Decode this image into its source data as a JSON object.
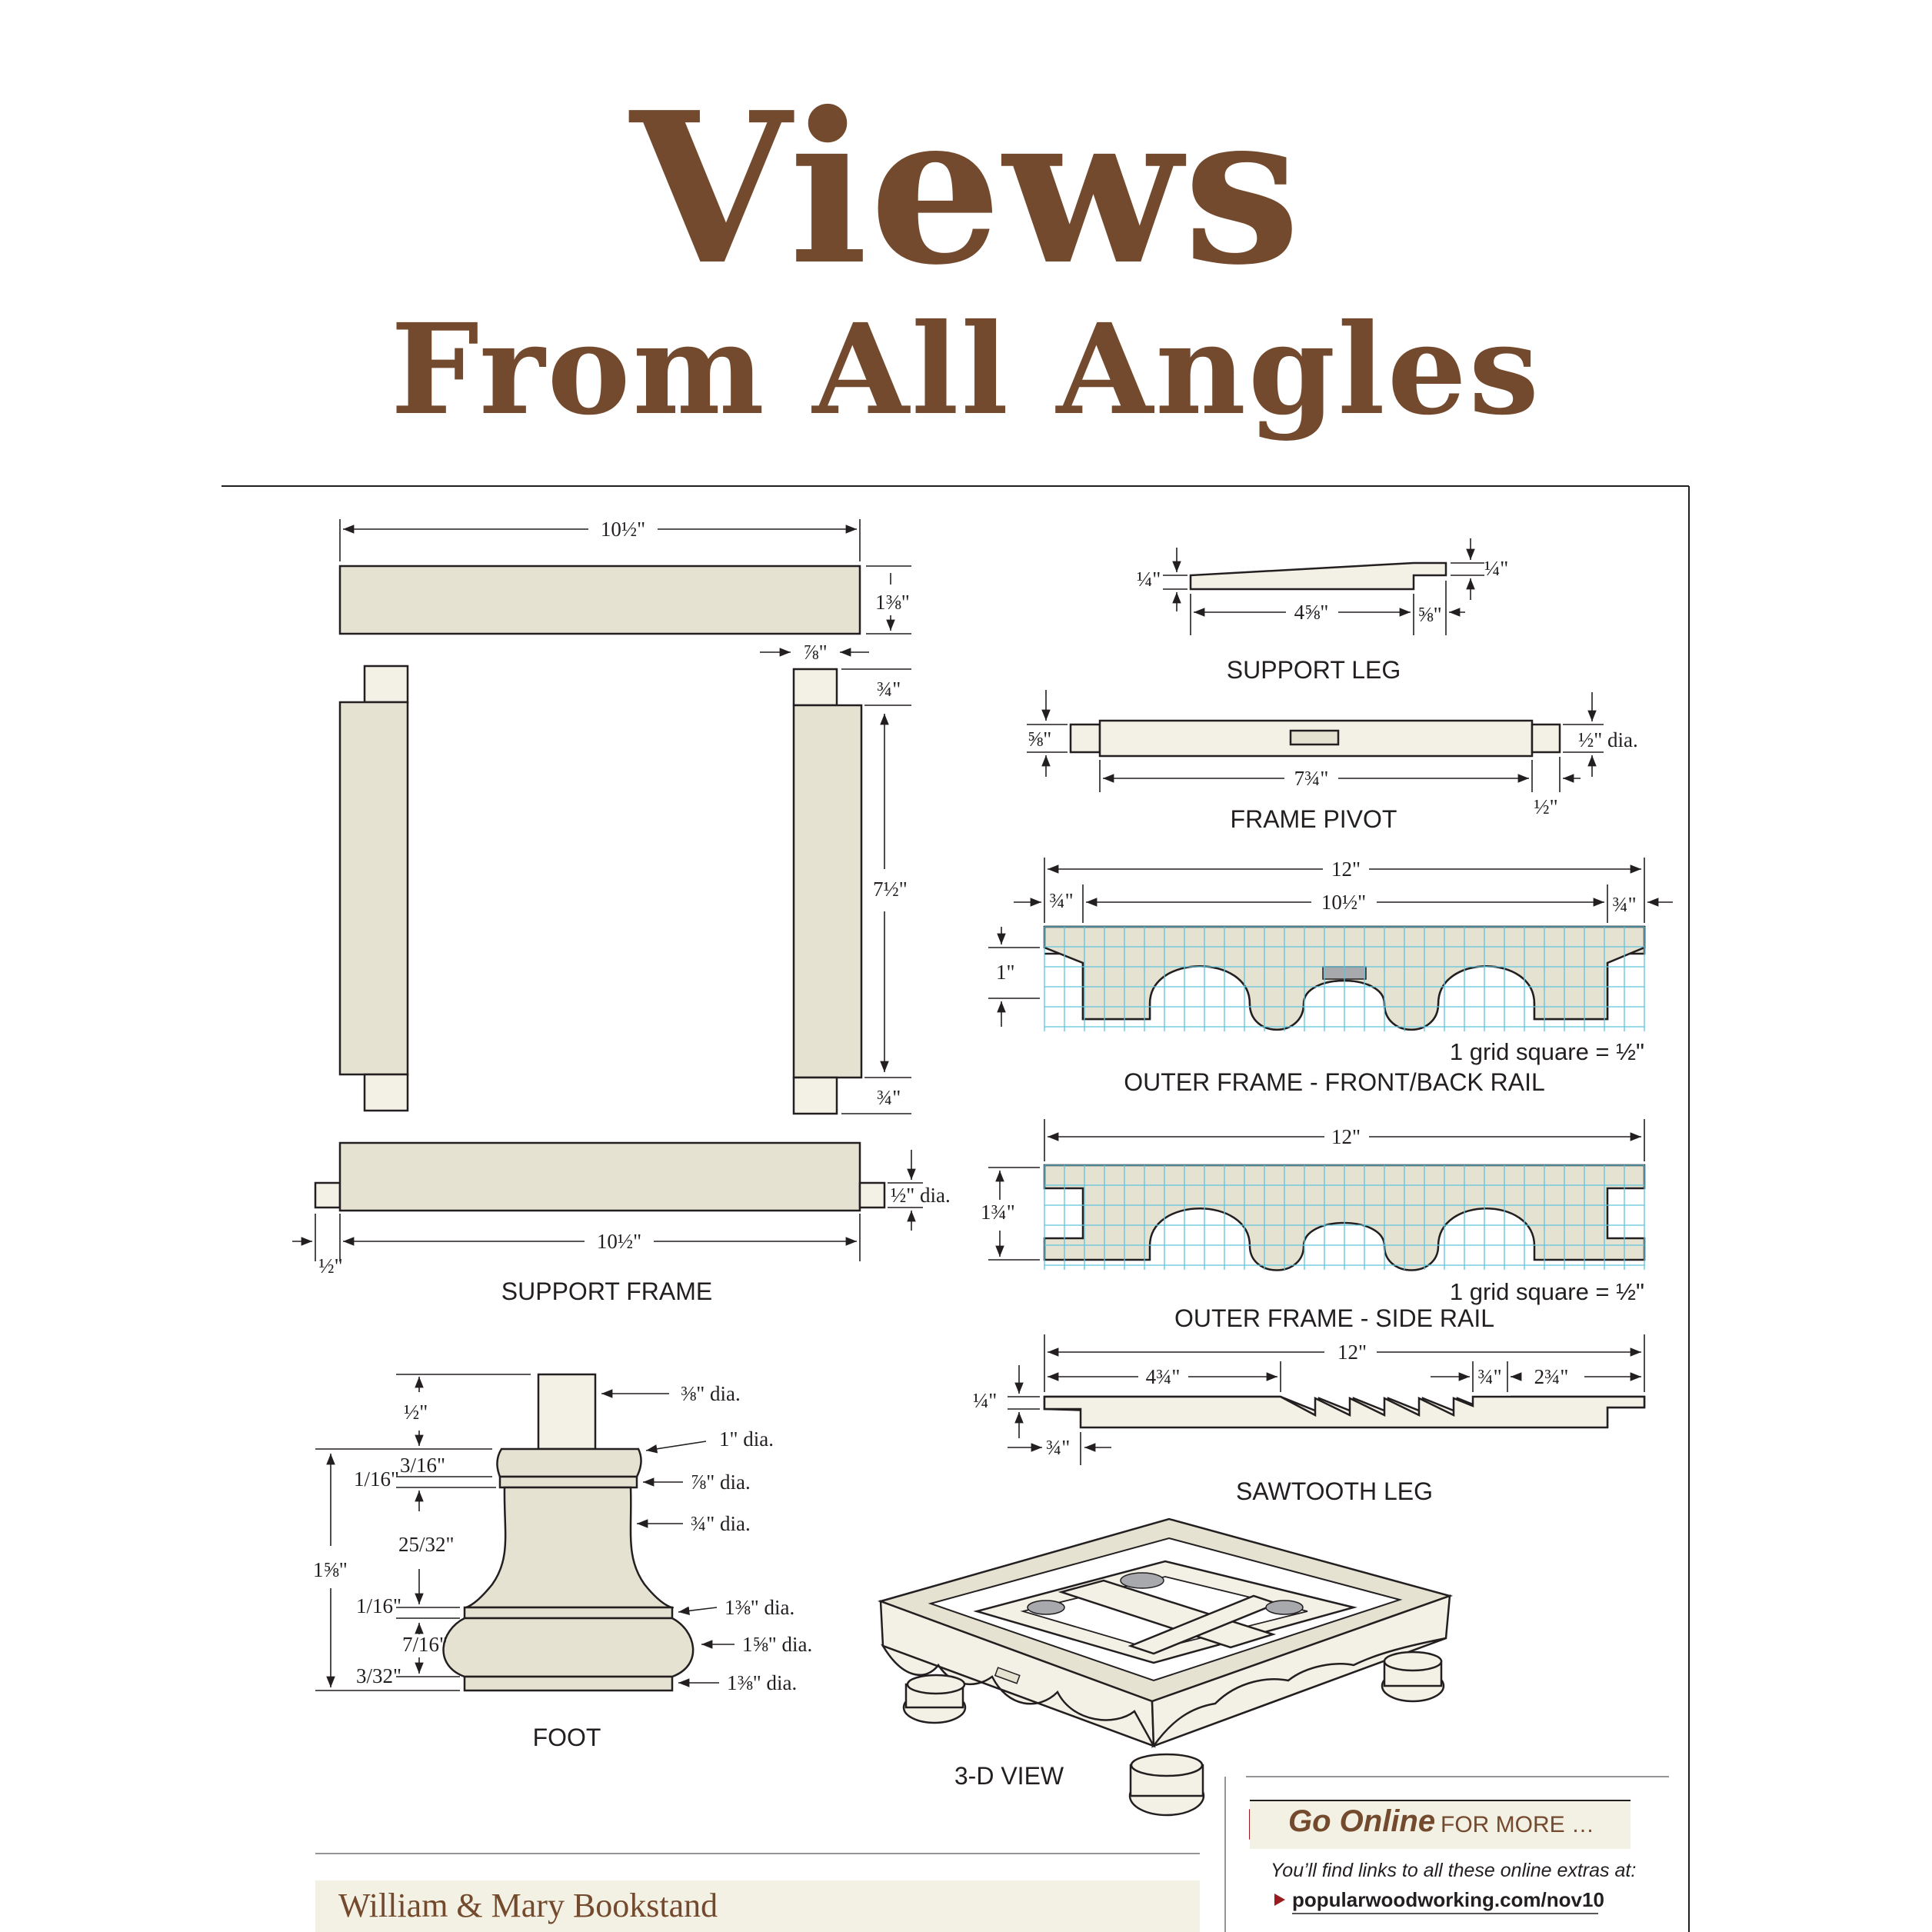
{
  "header": {
    "title_line1": "Views",
    "title_line2": "From All Angles"
  },
  "colors": {
    "title_brown": "#744a2e",
    "part_fill": "#e6e2d2",
    "grid_cyan": "#5ec3dc",
    "panel_tint": "#f3f0e4"
  },
  "drawings": {
    "support_frame": {
      "caption": "SUPPORT FRAME",
      "dims": {
        "top_width": "10½\"",
        "top_height": "1⅜\"",
        "side_offset": "⅞\"",
        "tenon_top": "¾\"",
        "side_length": "7½\"",
        "tenon_bottom": "¾\"",
        "pin_dia": "½\" dia.",
        "bottom_width": "10½\"",
        "pin_length": "½\""
      }
    },
    "support_leg": {
      "caption": "SUPPORT LEG",
      "dims": {
        "left_thick": "¼\"",
        "right_thick": "¼\"",
        "length": "4⅝\"",
        "tenon": "⅝\""
      }
    },
    "frame_pivot": {
      "caption": "FRAME PIVOT",
      "dims": {
        "height": "⅝\"",
        "dia": "½\" dia.",
        "length": "7¾\"",
        "end": "½\""
      }
    },
    "front_back_rail": {
      "caption": "OUTER FRAME - FRONT/BACK RAIL",
      "dims": {
        "overall": "12\"",
        "left": "¾\"",
        "middle": "10½\"",
        "right": "¾\"",
        "height": "1\""
      },
      "scale": "1 grid square = ½\""
    },
    "side_rail": {
      "caption": "OUTER FRAME - SIDE RAIL",
      "dims": {
        "overall": "12\"",
        "height": "1¾\""
      },
      "scale": "1 grid square = ½\""
    },
    "sawtooth_leg": {
      "caption": "SAWTOOTH LEG",
      "dims": {
        "overall": "12\"",
        "left": "4¾\"",
        "tooth": "¾\"",
        "right": "2¾\"",
        "thick": "¼\"",
        "depth": "¾\""
      }
    },
    "foot": {
      "caption": "FOOT",
      "dims": {
        "pin_len": "½\"",
        "pin_dia": "⅜\" dia.",
        "top_dia": "1\" dia.",
        "a": "3/16\"",
        "b": "1/16\"",
        "c_dia": "⅞\" dia.",
        "d_dia": "¾\" dia.",
        "e": "25/32\"",
        "total": "1⅝\"",
        "f": "1/16\"",
        "g_dia": "1⅜\" dia.",
        "h": "7/16\"",
        "i_dia": "1⅝\" dia.",
        "j": "3/32\"",
        "k_dia": "1⅜\" dia."
      }
    },
    "three_d": {
      "caption": "3-D VIEW"
    }
  },
  "footer": {
    "book_title": "William & Mary Bookstand",
    "online_title": "Go Online",
    "online_subtitle": "FOR MORE …",
    "online_text": "You’ll find links to all these online extras at:",
    "online_url": "popularwoodworking.com/nov10"
  }
}
